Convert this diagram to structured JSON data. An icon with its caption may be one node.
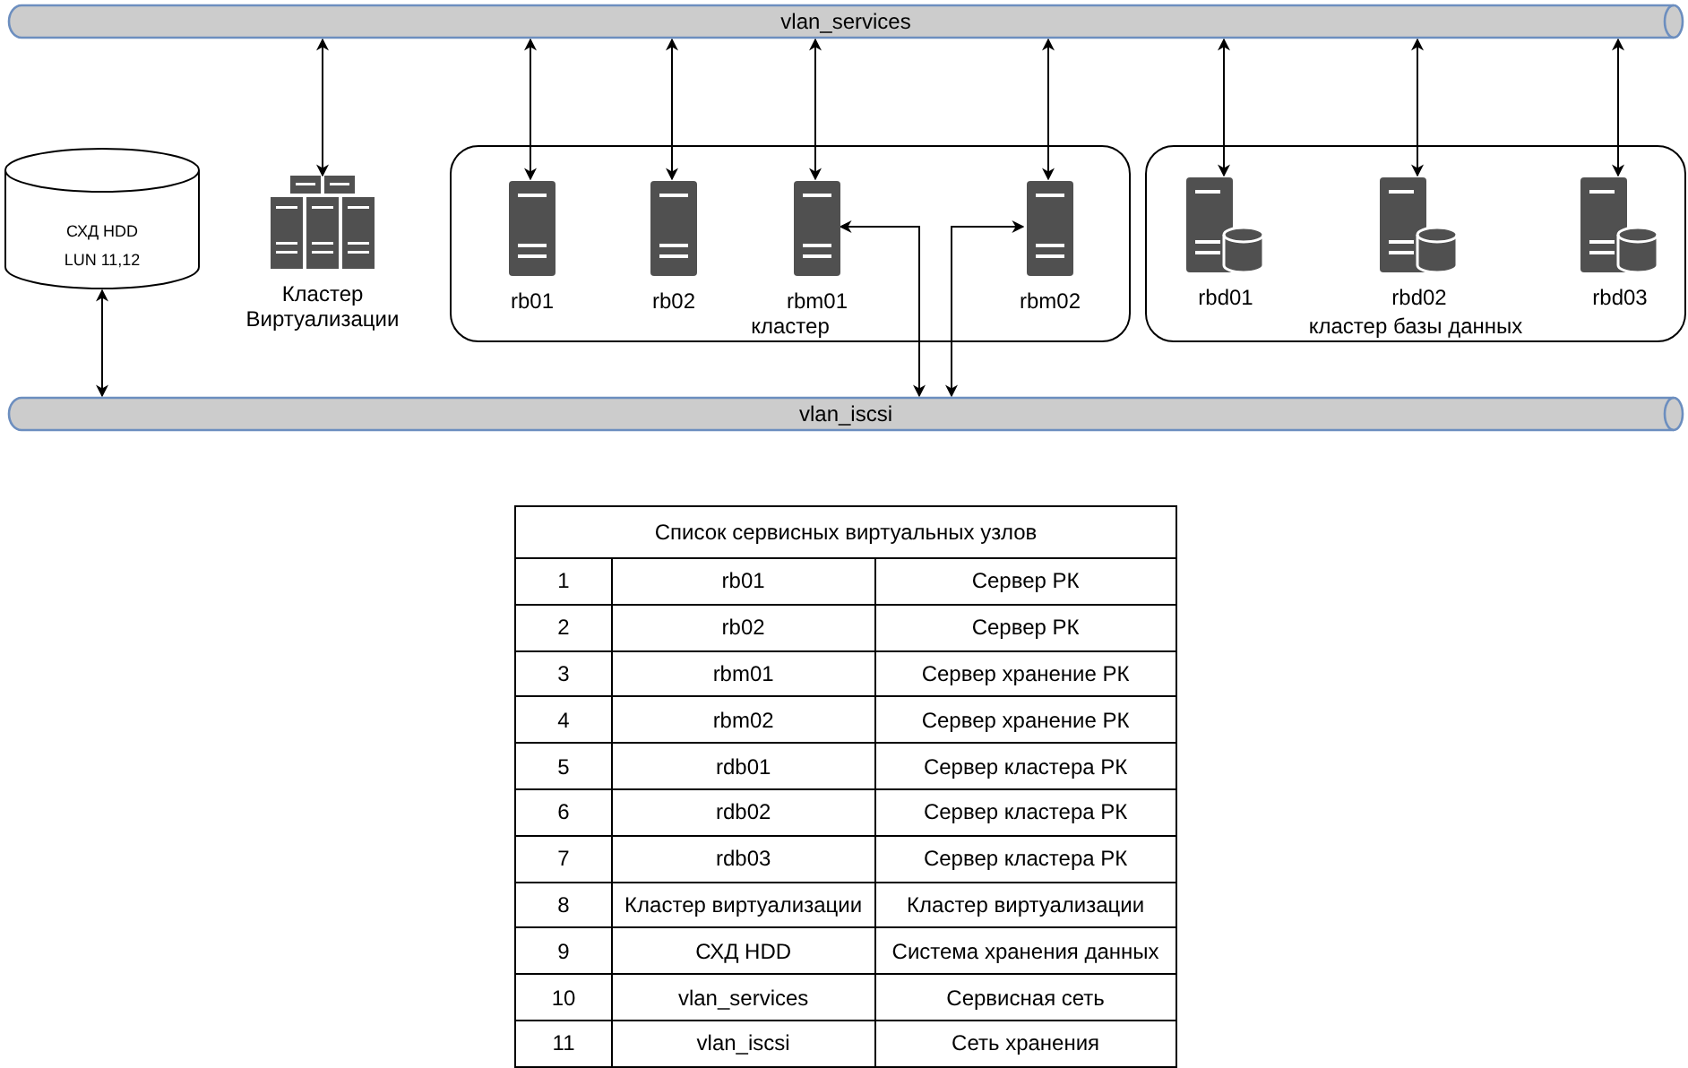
{
  "diagram": {
    "nodes": [
      {
        "text": [
          "vlan_services"
        ]
      },
      {
        "text": [
          "СХД HDD",
          "LUN 11,12"
        ]
      },
      {
        "text": [
          "Кластер Виртуализации"
        ]
      },
      {
        "text": [
          "кластер"
        ]
      },
      {
        "text": [
          "rb01"
        ],
        "in": 3
      },
      {
        "text": [
          "rb02"
        ],
        "in": 3
      },
      {
        "text": [
          "rbm01"
        ],
        "in": 3
      },
      {
        "text": [
          "rbm02"
        ],
        "in": 3
      },
      {
        "text": [
          "кластер базы данных"
        ]
      },
      {
        "text": [
          "rbd01"
        ],
        "in": 8
      },
      {
        "text": [
          "rbd02"
        ],
        "in": 8
      },
      {
        "text": [
          "rbd03"
        ],
        "in": 8
      },
      {
        "text": [
          "vlan_iscsi"
        ]
      }
    ],
    "edges": [
      {
        "from": 0,
        "to": 2,
        "arrow": "both"
      },
      {
        "from": 0,
        "to": 4,
        "arrow": "both"
      },
      {
        "from": 0,
        "to": 5,
        "arrow": "both"
      },
      {
        "from": 0,
        "to": 6,
        "arrow": "both"
      },
      {
        "from": 0,
        "to": 7,
        "arrow": "both"
      },
      {
        "from": 0,
        "to": 9,
        "arrow": "both"
      },
      {
        "from": 0,
        "to": 10,
        "arrow": "both"
      },
      {
        "from": 0,
        "to": 11,
        "arrow": "both"
      },
      {
        "from": 12,
        "to": 1,
        "arrow": "both"
      },
      {
        "from": 12,
        "to": 6,
        "arrow": "both"
      },
      {
        "from": 12,
        "to": 7,
        "arrow": "both"
      }
    ],
    "labels": [
      "Список сервисных виртуальных узлов",
      "1",
      "rb01",
      "Сервер РК",
      "2",
      "rb02",
      "Сервер РК",
      "3",
      "rbm01",
      "Сервер хранение РК",
      "4",
      "rbm02",
      "Сервер хранение РК",
      "5",
      "rdb01",
      "Сервер кластера РК",
      "6",
      "rdb02",
      "Сервер кластера РК",
      "7",
      "rdb03",
      "Сервер кластера РК",
      "8",
      "Кластер виртуализации",
      "Кластер виртуализации",
      "9",
      "СХД HDD",
      "Система хранения данных",
      "10",
      "vlan_services",
      "Сервисная сеть",
      "11",
      "vlan_iscsi",
      "Сеть хранения"
    ]
  }
}
